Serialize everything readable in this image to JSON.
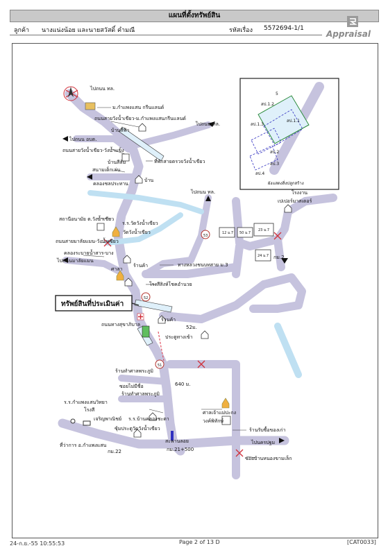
{
  "header": {
    "title": "แผนที่ตั้งทรัพย์สิน",
    "client_label": "ลูกค้า",
    "client_name": "นางแน่งน้อย และนายสวัสดิ์ คำมณี",
    "ref_label": "รหัสเรื่อง",
    "ref_value": "5572694-1/1",
    "logo_text": "Appraisal"
  },
  "map_labels": {
    "to_nakhon_pathom_1": "ไปถนน ทล.",
    "university": "ม.กำแพงแสน กรีนแลนด์",
    "road_kps": "ถนนสายวังน้ำเขียว-ม.กำแพงแสนกรีนแลนด์",
    "to_nakhon_pathom_2": "ไปถนน ทล.",
    "ban_si_fa": "บ้านสีฟ้า",
    "to_obj": "ไปถนน อบต.",
    "road_wangnamkhiao": "ถนนสายวังน้ำเขียว-วังน้ำแข็ง",
    "ban_sisom": "บ้านสีส้ม",
    "football_field": "สนามเด็กเล่น",
    "police_box": "ที่พักสายตรวจวังน้ำเขียว",
    "canal_prathan": "คลองชลประทาน",
    "house": "บ้าน",
    "to_hwy": "ไปถนน ทล.",
    "health_station": "สถานีอนามัย ต.วังน้ำเขียว",
    "school_wat": "ร.ร.วัดวังน้ำเขียว",
    "wat": "วัดวังน้ำเขียว",
    "road_to_market": "ถนนสายมาลัยแมน-วังน้ำเขียว",
    "canal_drain": "คลองระบายน้ำสาร-บาง",
    "shop": "ร้านค้า",
    "sala": "ศาลา",
    "road_m3": "ทางหลวงชนบทสาย ม.3",
    "to_malaiman": "ไปถนนมาลัยแมน",
    "thai_school": "โรงสีสิงห์โชคอำนวย",
    "subject_property": "ทรัพย์สินที่ประเมินค่า",
    "road_health": "ถนนทางสุขาภิบาล",
    "shop2": "ร้านค้า",
    "distance_52m": "52ม.",
    "gate": "ประตูทางเข้า",
    "pottery_shop": "ร้านทำศาลพระภูมิ",
    "soi_mai_mi_chue": "ซอยไม่มีชื่อ",
    "pottery_shop2": "ร้านทำศาลพระภูมิ",
    "distance_640": "640 ม.",
    "school_kps": "ร.ร.กำแพงแสนวิทยา",
    "rice_mill": "โรงสี",
    "bank": "เจริญพาณิชย์",
    "school_ban_nong": "ร.ร.บ้านคลองชะตา",
    "entrance_wat": "ซุ้มประตูวัดวังน้ำเขียว",
    "shrine": "ศาลเจ้าแม่ปะกง",
    "wong_tiphak": "วงค์พิทักษ์",
    "scrap_shop": "ร้านรับซื้อของเก่า",
    "district_office": "ที่ว่าการ อ.กำแพงแสน",
    "km22": "กม.22",
    "bridge": "สะพานลอย",
    "km_21_500": "กม.21+500",
    "to_pathum": "ไปนครปฐม",
    "soi_ban_nong": "ซอยบ้านหนองขามเล็ก",
    "factory": "โรงงาน",
    "super_factory": "เปเปอร์มาสเตอร์",
    "road_m7a": "12 ม.7",
    "road_m7b": "50 ม.7",
    "road_m7c": "23 ม.7",
    "road_m7d": "24 ม.7",
    "km2": "กม.2",
    "road_52": "52",
    "road_51": "51",
    "road_53": "53",
    "inset_title": "ผังแสดงสิ่งปลูกสร้าง",
    "inset_n": "5",
    "inset_s1": "สป.1.2",
    "inset_s2": "สป.1.1",
    "inset_s3": "สป.1.3",
    "inset_s4": "สป.2",
    "inset_s5": "สป.3",
    "inset_s6": "สป.4"
  },
  "footer": {
    "timestamp": "24-ก.ย.-55 10:55:53",
    "page": "Page 2 of 13 D",
    "code": "[CAT0033]"
  }
}
